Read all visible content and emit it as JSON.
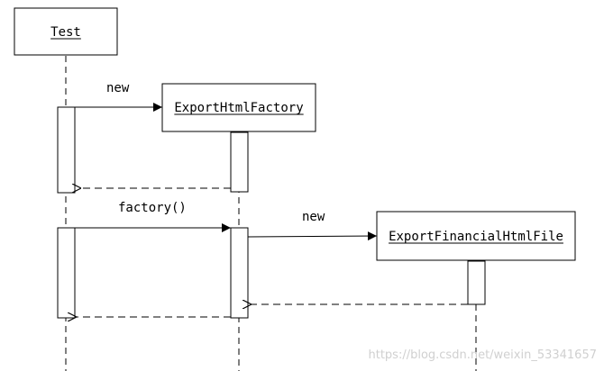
{
  "diagram": {
    "participants": [
      {
        "name": "Test"
      },
      {
        "name": "ExportHtmlFactory"
      },
      {
        "name": "ExportFinancialHtmlFile"
      }
    ],
    "messages": [
      {
        "label": "new"
      },
      {
        "label": "factory()"
      },
      {
        "label": "new"
      }
    ],
    "watermark": "https://blog.csdn.net/weixin_53341657"
  }
}
